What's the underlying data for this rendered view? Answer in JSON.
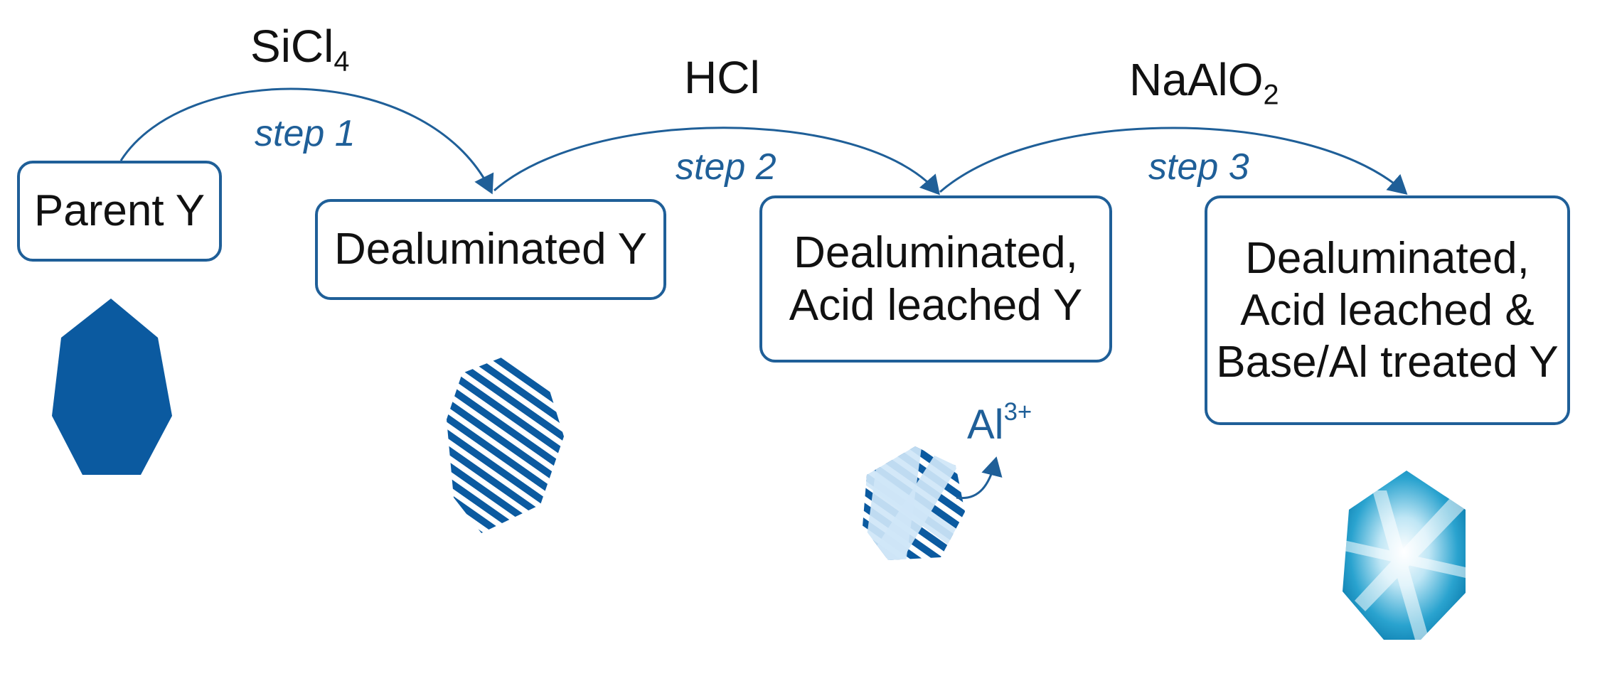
{
  "colors": {
    "accent": "#1f5f98",
    "crystal_dark": "#0b5aa0",
    "crystal_light": "#cfe6f7",
    "crystal_final": "#1e9ac8"
  },
  "reagents": {
    "step1": {
      "base": "SiCl",
      "sub": "4"
    },
    "step2": {
      "base": "HCl"
    },
    "step3": {
      "base": "NaAlO",
      "sub": "2"
    }
  },
  "steps": {
    "step1": "step 1",
    "step2": "step 2",
    "step3": "step 3"
  },
  "boxes": {
    "parent": {
      "lines": [
        "Parent Y"
      ]
    },
    "dealuminated": {
      "lines": [
        "Dealuminated Y"
      ]
    },
    "acid_leached": {
      "lines": [
        "Dealuminated,",
        "Acid leached Y"
      ]
    },
    "base_treated": {
      "lines": [
        "Dealuminated,",
        "Acid leached &",
        "Base/Al treated Y"
      ]
    }
  },
  "ion": {
    "base": "Al",
    "sup": "3+"
  }
}
